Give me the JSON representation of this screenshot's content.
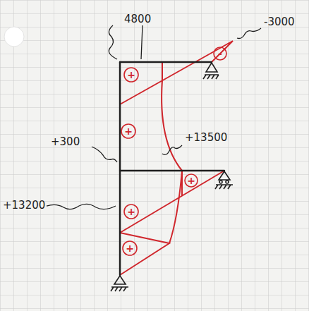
{
  "diagram": {
    "labels": [
      "4800",
      "-3000",
      "+300",
      "+13500",
      "+13200",
      "+",
      "+",
      "-",
      "+",
      "+",
      "+"
    ]
  }
}
